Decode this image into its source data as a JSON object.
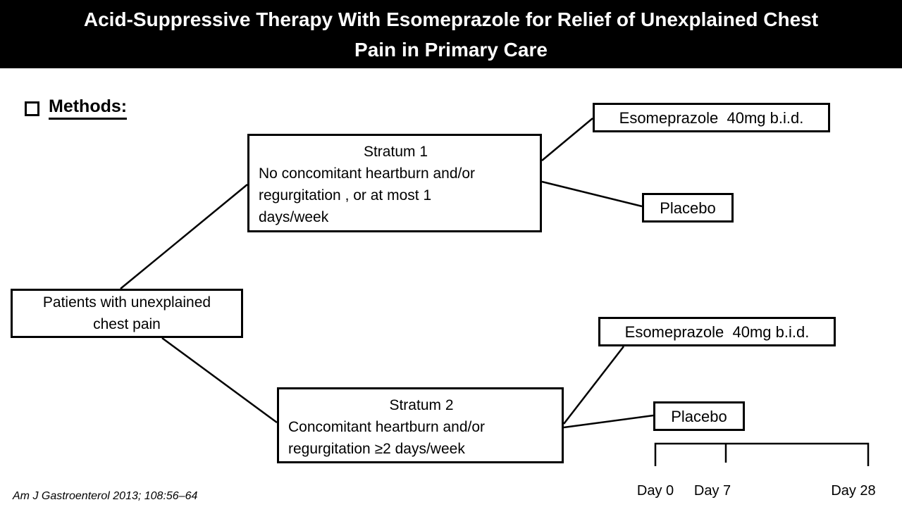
{
  "header": {
    "title_line1": "Acid-Suppressive Therapy With Esomeprazole for Relief of Unexplained Chest",
    "title_line2": "Pain in Primary Care"
  },
  "methods": {
    "label": "Methods:"
  },
  "diagram": {
    "patients_box": "Patients with unexplained\nchest pain",
    "stratum1": {
      "title": "Stratum 1",
      "body": "No concomitant heartburn and/or\nregurgitation , or at most 1\ndays/week",
      "arm_esomeprazole": "Esomeprazole  40mg b.i.d.",
      "arm_placebo": "Placebo"
    },
    "stratum2": {
      "title": "Stratum 2",
      "body": "Concomitant heartburn and/or\nregurgitation ≥2 days/week",
      "arm_esomeprazole": "Esomeprazole  40mg b.i.d.",
      "arm_placebo": "Placebo"
    },
    "timeline": {
      "day0": "Day 0",
      "day7": "Day 7",
      "day28": "Day 28"
    }
  },
  "footer": {
    "citation": "Am J Gastroenterol 2013; 108:56–64"
  }
}
